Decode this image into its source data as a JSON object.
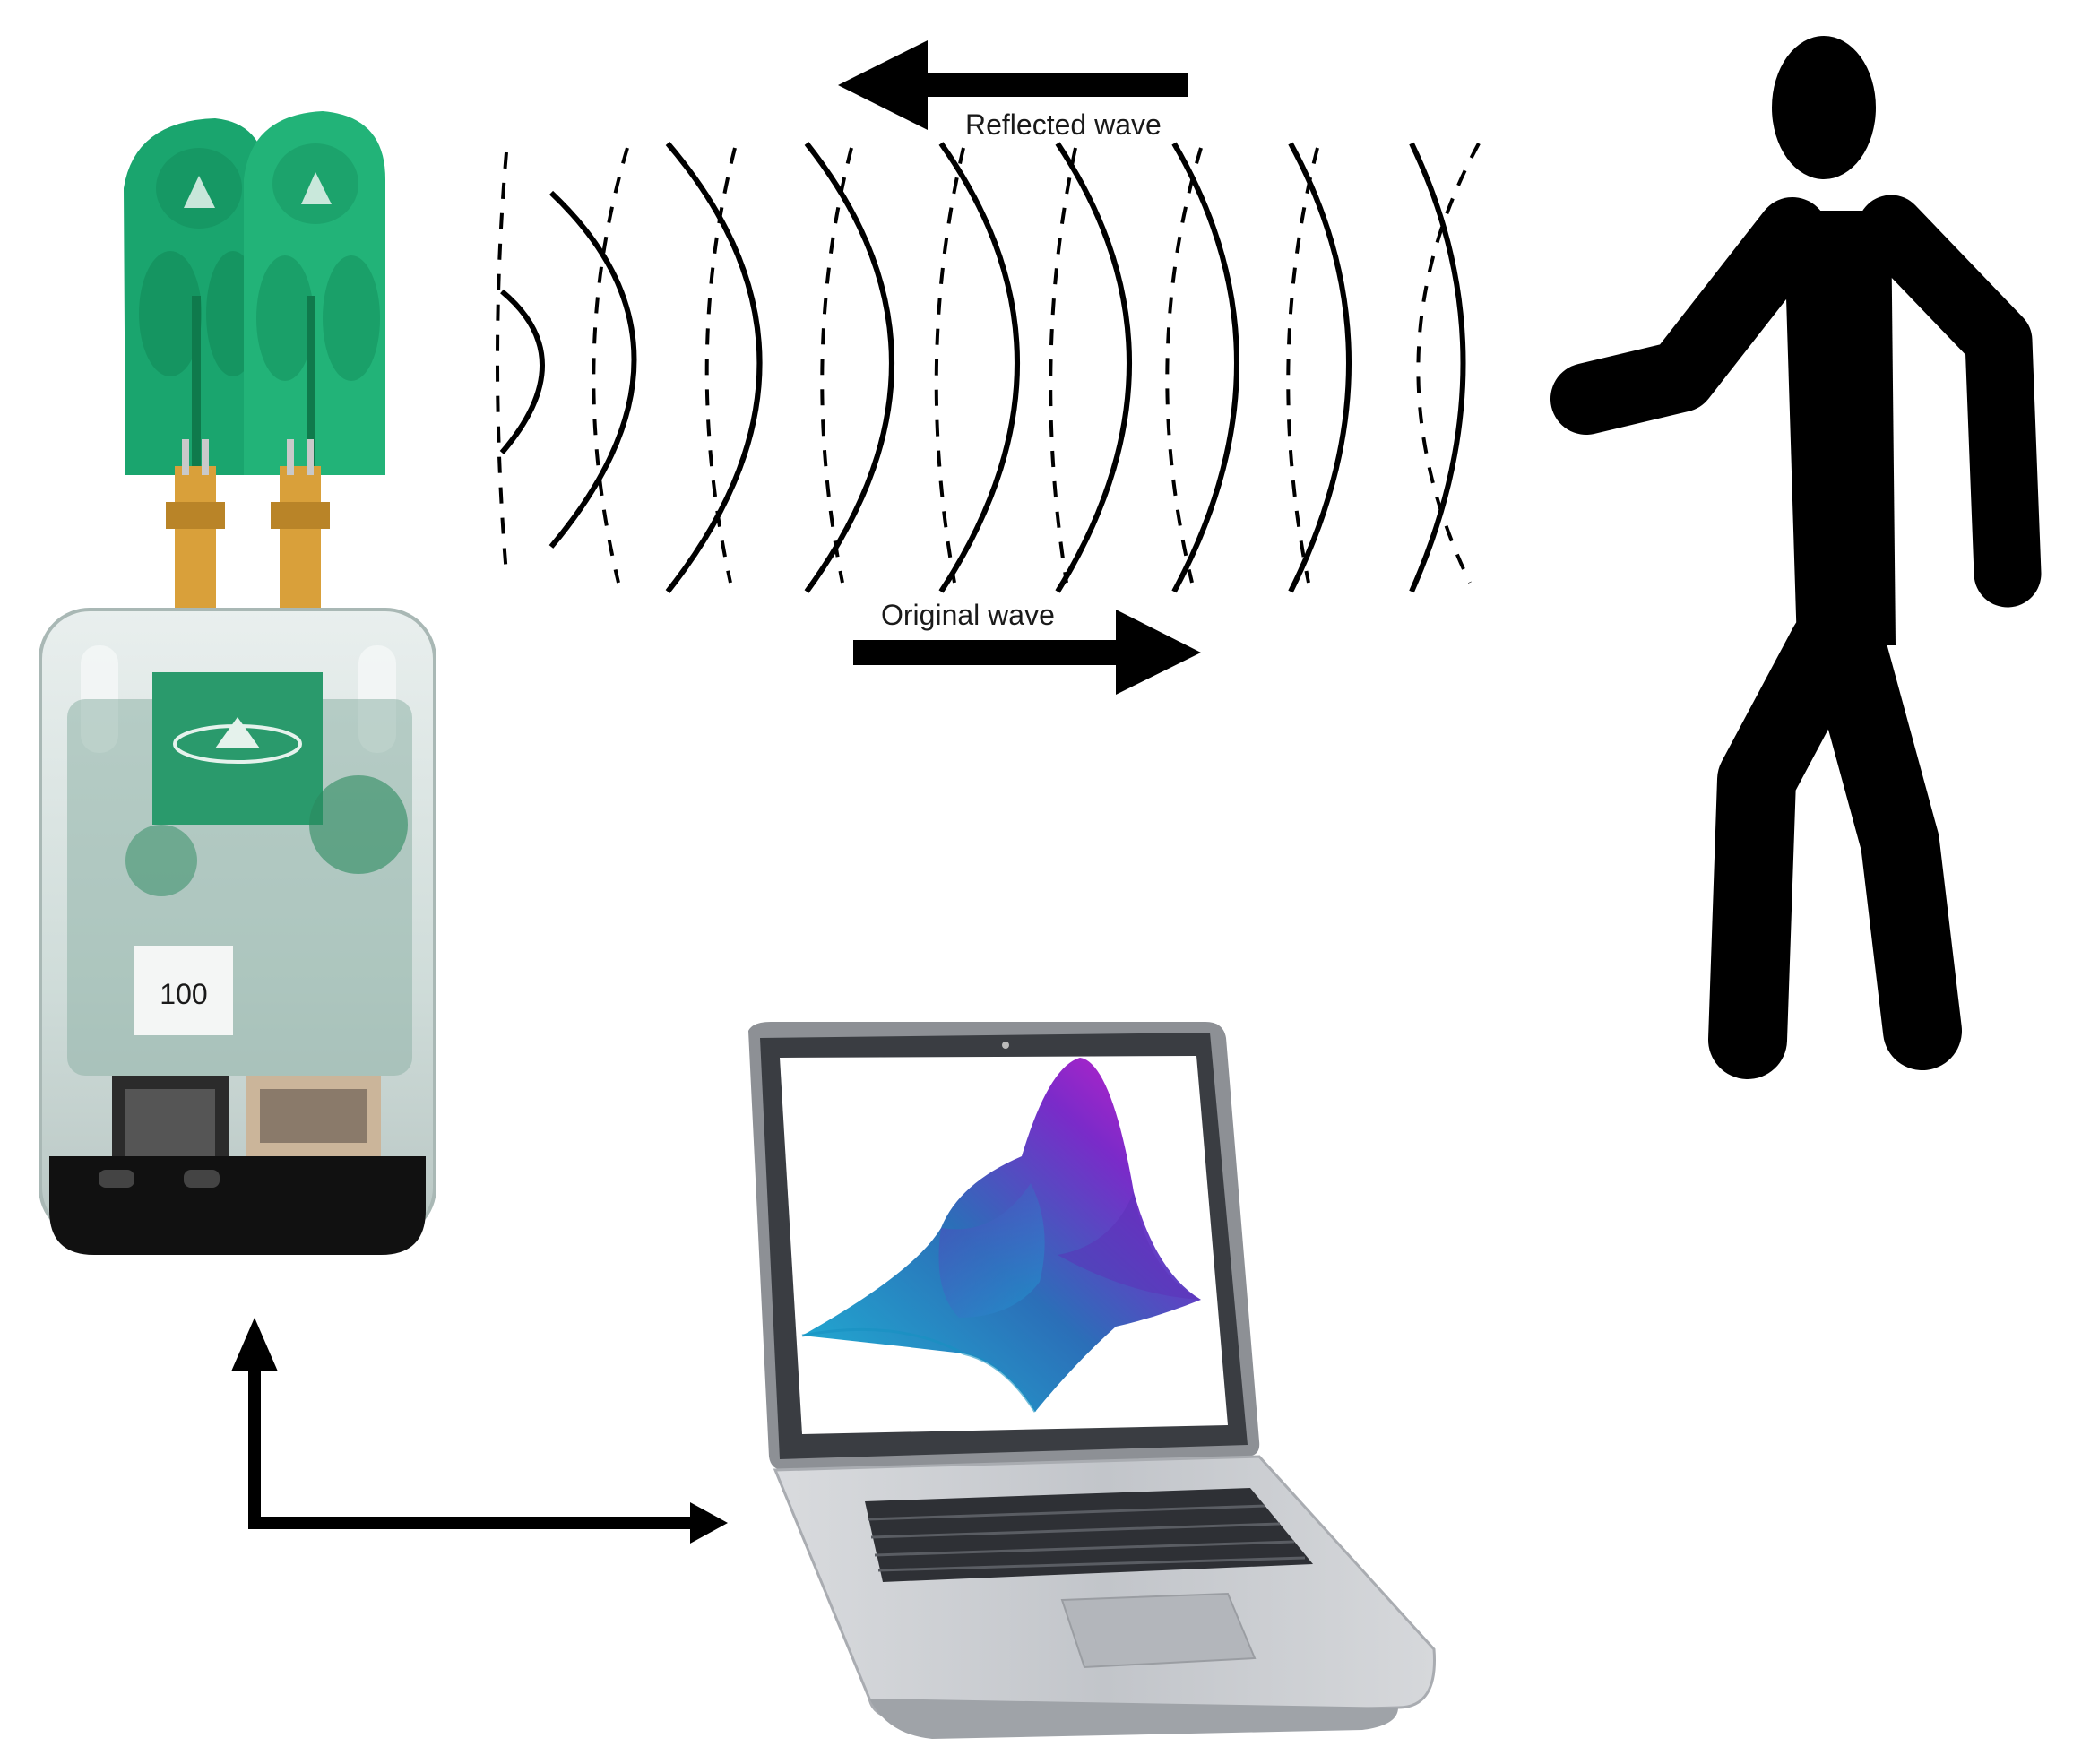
{
  "labels": {
    "reflected_wave": "Reflected wave",
    "original_wave": "Original wave",
    "device_tag": "100"
  },
  "colors": {
    "pcb_green": "#1aa56e",
    "arrow_black": "#000000",
    "laptop_silver": "#c9ccd1",
    "surface_cyan": "#1fb6d6",
    "surface_magenta": "#b21ecf"
  },
  "icons": {
    "radar_device": "radar-device-icon",
    "person": "walking-person-icon",
    "laptop": "laptop-icon",
    "surface_plot": "3d-surface-plot-icon"
  }
}
